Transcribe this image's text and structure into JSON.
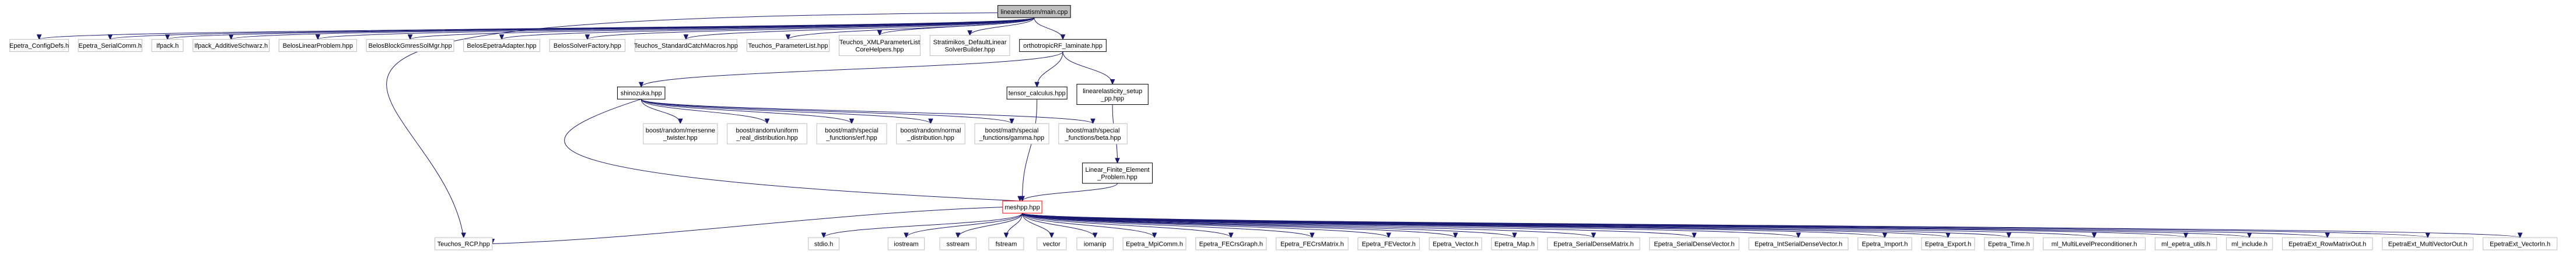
{
  "graph": {
    "nodes": [
      {
        "id": "main",
        "lines": [
          "linearelastism/main.cpp"
        ],
        "style": "root"
      },
      {
        "id": "ConfigDefs",
        "lines": [
          "Epetra_ConfigDefs.h"
        ],
        "style": "plain"
      },
      {
        "id": "SerialComm",
        "lines": [
          "Epetra_SerialComm.h"
        ],
        "style": "plain"
      },
      {
        "id": "Ifpack",
        "lines": [
          "Ifpack.h"
        ],
        "style": "plain"
      },
      {
        "id": "AdditiveSchwarz",
        "lines": [
          "Ifpack_AdditiveSchwarz.h"
        ],
        "style": "plain"
      },
      {
        "id": "BelosLinearProblem",
        "lines": [
          "BelosLinearProblem.hpp"
        ],
        "style": "plain"
      },
      {
        "id": "BelosBlockGmres",
        "lines": [
          "BelosBlockGmresSolMgr.hpp"
        ],
        "style": "plain"
      },
      {
        "id": "BelosEpetraAdapter",
        "lines": [
          "BelosEpetraAdapter.hpp"
        ],
        "style": "plain"
      },
      {
        "id": "BelosSolverFactory",
        "lines": [
          "BelosSolverFactory.hpp"
        ],
        "style": "plain"
      },
      {
        "id": "StdCatchMacros",
        "lines": [
          "Teuchos_StandardCatchMacros.hpp"
        ],
        "style": "plain"
      },
      {
        "id": "ParameterList",
        "lines": [
          "Teuchos_ParameterList.hpp"
        ],
        "style": "plain"
      },
      {
        "id": "XMLParamHelpers",
        "lines": [
          "Teuchos_XMLParameterList",
          "CoreHelpers.hpp"
        ],
        "style": "plain"
      },
      {
        "id": "Stratimikos",
        "lines": [
          "Stratimikos_DefaultLinear",
          "SolverBuilder.hpp"
        ],
        "style": "plain"
      },
      {
        "id": "orthotropic",
        "lines": [
          "orthotropicRF_laminate.hpp"
        ],
        "style": "black"
      },
      {
        "id": "RCP",
        "lines": [
          "Teuchos_RCP.hpp"
        ],
        "style": "plain"
      },
      {
        "id": "shinozuka",
        "lines": [
          "shinozuka.hpp"
        ],
        "style": "black"
      },
      {
        "id": "tensor",
        "lines": [
          "tensor_calculus.hpp"
        ],
        "style": "black"
      },
      {
        "id": "linearelasticity",
        "lines": [
          "linearelasticity_setup",
          "_pp.hpp"
        ],
        "style": "black"
      },
      {
        "id": "mersenne",
        "lines": [
          "boost/random/mersenne",
          "_twister.hpp"
        ],
        "style": "plain"
      },
      {
        "id": "uniform",
        "lines": [
          "boost/random/uniform",
          "_real_distribution.hpp"
        ],
        "style": "plain"
      },
      {
        "id": "erf",
        "lines": [
          "boost/math/special",
          "_functions/erf.hpp"
        ],
        "style": "plain"
      },
      {
        "id": "normal",
        "lines": [
          "boost/random/normal",
          "_distribution.hpp"
        ],
        "style": "plain"
      },
      {
        "id": "gamma",
        "lines": [
          "boost/math/special",
          "_functions/gamma.hpp"
        ],
        "style": "plain"
      },
      {
        "id": "beta",
        "lines": [
          "boost/math/special",
          "_functions/beta.hpp"
        ],
        "style": "plain"
      },
      {
        "id": "LinearFinite",
        "lines": [
          "Linear_Finite_Element",
          "_Problem.hpp"
        ],
        "style": "black"
      },
      {
        "id": "meshpp",
        "lines": [
          "meshpp.hpp"
        ],
        "style": "hot"
      },
      {
        "id": "stdio",
        "lines": [
          "stdio.h"
        ],
        "style": "plain"
      },
      {
        "id": "iostream",
        "lines": [
          "iostream"
        ],
        "style": "plain"
      },
      {
        "id": "sstream",
        "lines": [
          "sstream"
        ],
        "style": "plain"
      },
      {
        "id": "fstream",
        "lines": [
          "fstream"
        ],
        "style": "plain"
      },
      {
        "id": "vector",
        "lines": [
          "vector"
        ],
        "style": "plain"
      },
      {
        "id": "iomanip",
        "lines": [
          "iomanip"
        ],
        "style": "plain"
      },
      {
        "id": "MpiComm",
        "lines": [
          "Epetra_MpiComm.h"
        ],
        "style": "plain"
      },
      {
        "id": "FECrsGraph",
        "lines": [
          "Epetra_FECrsGraph.h"
        ],
        "style": "plain"
      },
      {
        "id": "FECrsMatrix",
        "lines": [
          "Epetra_FECrsMatrix.h"
        ],
        "style": "plain"
      },
      {
        "id": "FEVector",
        "lines": [
          "Epetra_FEVector.h"
        ],
        "style": "plain"
      },
      {
        "id": "Vector",
        "lines": [
          "Epetra_Vector.h"
        ],
        "style": "plain"
      },
      {
        "id": "Map",
        "lines": [
          "Epetra_Map.h"
        ],
        "style": "plain"
      },
      {
        "id": "SerialDenseMatrix",
        "lines": [
          "Epetra_SerialDenseMatrix.h"
        ],
        "style": "plain"
      },
      {
        "id": "SerialDenseVector",
        "lines": [
          "Epetra_SerialDenseVector.h"
        ],
        "style": "plain"
      },
      {
        "id": "IntSerialDenseVector",
        "lines": [
          "Epetra_IntSerialDenseVector.h"
        ],
        "style": "plain"
      },
      {
        "id": "Import",
        "lines": [
          "Epetra_Import.h"
        ],
        "style": "plain"
      },
      {
        "id": "Export",
        "lines": [
          "Epetra_Export.h"
        ],
        "style": "plain"
      },
      {
        "id": "Time",
        "lines": [
          "Epetra_Time.h"
        ],
        "style": "plain"
      },
      {
        "id": "MLPrec",
        "lines": [
          "ml_MultiLevelPreconditioner.h"
        ],
        "style": "plain"
      },
      {
        "id": "mlEpetraUtils",
        "lines": [
          "ml_epetra_utils.h"
        ],
        "style": "plain"
      },
      {
        "id": "mlInclude",
        "lines": [
          "ml_include.h"
        ],
        "style": "plain"
      },
      {
        "id": "RowMatrixOut",
        "lines": [
          "EpetraExt_RowMatrixOut.h"
        ],
        "style": "plain"
      },
      {
        "id": "MultiVectorOut",
        "lines": [
          "EpetraExt_MultiVectorOut.h"
        ],
        "style": "plain"
      },
      {
        "id": "VectorIn",
        "lines": [
          "EpetraExt_VectorIn.h"
        ],
        "style": "plain"
      }
    ],
    "edges": [
      [
        "main",
        "ConfigDefs"
      ],
      [
        "main",
        "SerialComm"
      ],
      [
        "main",
        "Ifpack"
      ],
      [
        "main",
        "AdditiveSchwarz"
      ],
      [
        "main",
        "BelosLinearProblem"
      ],
      [
        "main",
        "BelosBlockGmres"
      ],
      [
        "main",
        "BelosEpetraAdapter"
      ],
      [
        "main",
        "BelosSolverFactory"
      ],
      [
        "main",
        "StdCatchMacros"
      ],
      [
        "main",
        "ParameterList"
      ],
      [
        "main",
        "XMLParamHelpers"
      ],
      [
        "main",
        "Stratimikos"
      ],
      [
        "main",
        "orthotropic"
      ],
      [
        "main",
        "RCP"
      ],
      [
        "orthotropic",
        "shinozuka"
      ],
      [
        "orthotropic",
        "tensor"
      ],
      [
        "orthotropic",
        "linearelasticity"
      ],
      [
        "shinozuka",
        "mersenne"
      ],
      [
        "shinozuka",
        "uniform"
      ],
      [
        "shinozuka",
        "erf"
      ],
      [
        "shinozuka",
        "normal"
      ],
      [
        "shinozuka",
        "gamma"
      ],
      [
        "shinozuka",
        "beta"
      ],
      [
        "shinozuka",
        "meshpp"
      ],
      [
        "tensor",
        "meshpp"
      ],
      [
        "linearelasticity",
        "LinearFinite"
      ],
      [
        "LinearFinite",
        "meshpp"
      ],
      [
        "meshpp",
        "RCP"
      ],
      [
        "meshpp",
        "stdio"
      ],
      [
        "meshpp",
        "iostream"
      ],
      [
        "meshpp",
        "sstream"
      ],
      [
        "meshpp",
        "fstream"
      ],
      [
        "meshpp",
        "vector"
      ],
      [
        "meshpp",
        "iomanip"
      ],
      [
        "meshpp",
        "MpiComm"
      ],
      [
        "meshpp",
        "FECrsGraph"
      ],
      [
        "meshpp",
        "FECrsMatrix"
      ],
      [
        "meshpp",
        "FEVector"
      ],
      [
        "meshpp",
        "Vector"
      ],
      [
        "meshpp",
        "Map"
      ],
      [
        "meshpp",
        "SerialDenseMatrix"
      ],
      [
        "meshpp",
        "SerialDenseVector"
      ],
      [
        "meshpp",
        "IntSerialDenseVector"
      ],
      [
        "meshpp",
        "Import"
      ],
      [
        "meshpp",
        "Export"
      ],
      [
        "meshpp",
        "Time"
      ],
      [
        "meshpp",
        "MLPrec"
      ],
      [
        "meshpp",
        "mlEpetraUtils"
      ],
      [
        "meshpp",
        "mlInclude"
      ],
      [
        "meshpp",
        "RowMatrixOut"
      ],
      [
        "meshpp",
        "MultiVectorOut"
      ],
      [
        "meshpp",
        "VectorIn"
      ]
    ],
    "colors": {
      "edge": "#191970",
      "root_fill": "#bfbfbf",
      "node_border": "#bfbfbf",
      "focus_border": "#ff0000"
    }
  }
}
